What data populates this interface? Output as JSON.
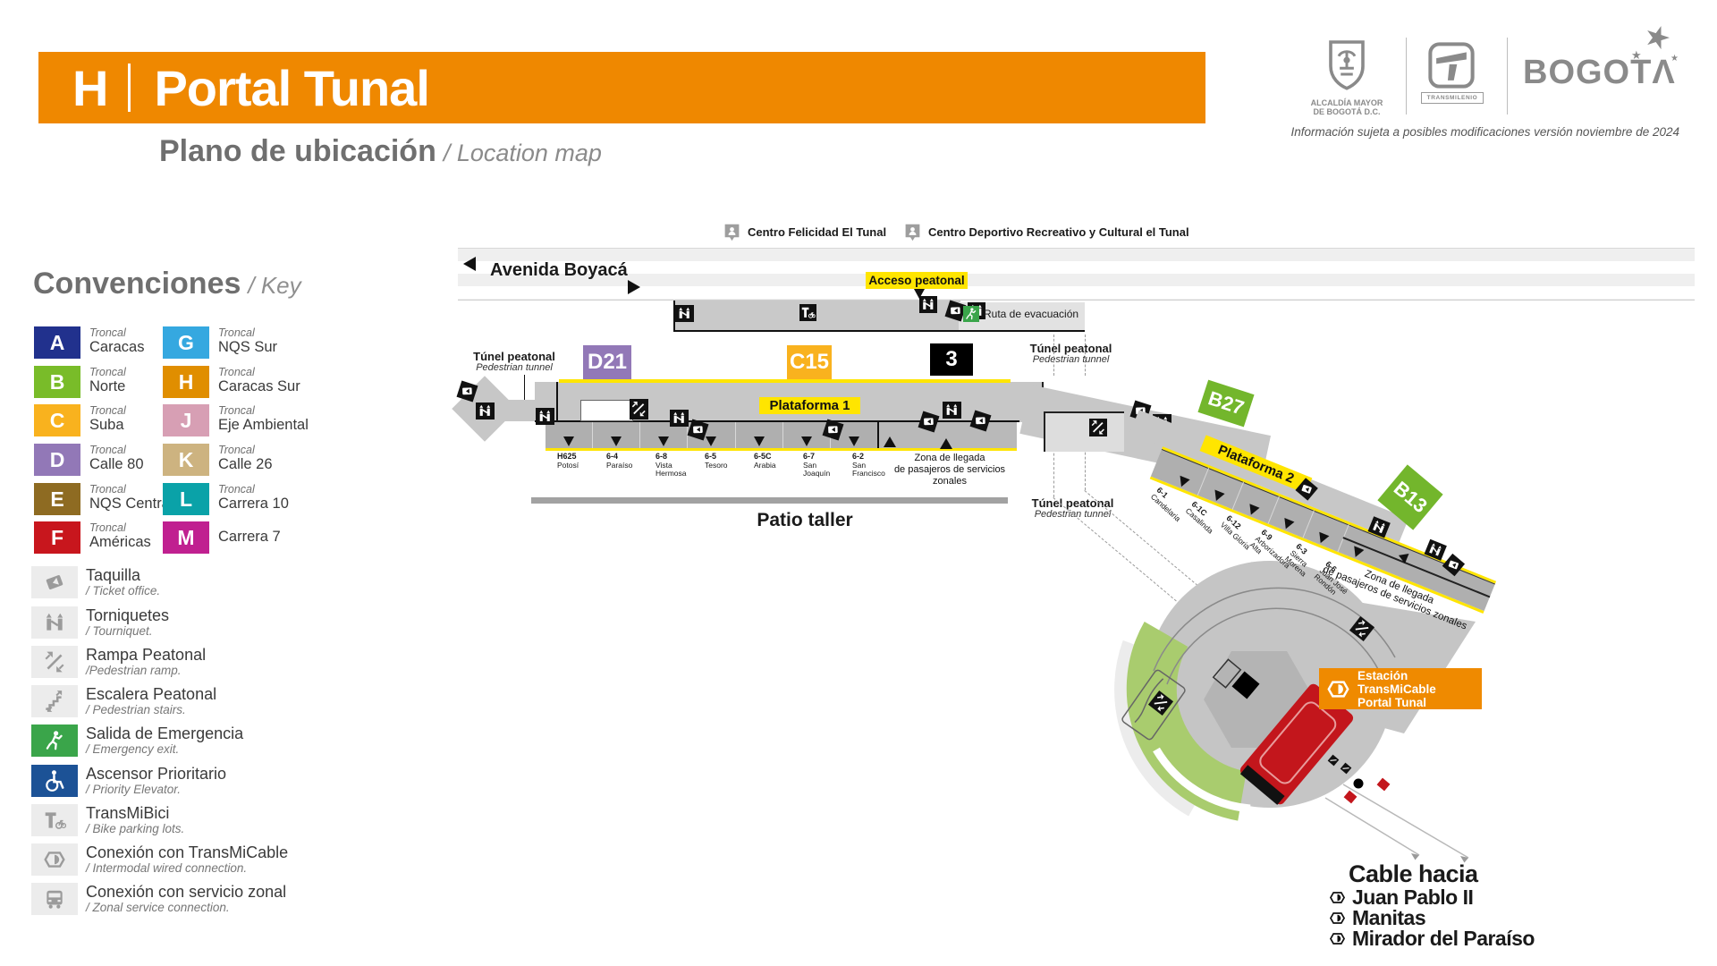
{
  "header": {
    "letter": "H",
    "title": "Portal Tunal",
    "subtitle": "Plano de ubicación",
    "subtitle_en": "/ Location map",
    "disclaimer": "Información sujeta a posibles modificaciones versión noviembre de 2024"
  },
  "branding": {
    "alcaldia_line1": "ALCALDÍA MAYOR",
    "alcaldia_line2": "DE BOGOTÁ D.C.",
    "transmilenio_label": "TRANSMILENIO",
    "city_name": "BOGOT"
  },
  "key": {
    "title": "Convenciones",
    "title_en": "/ Key",
    "troncales": [
      {
        "letter": "A",
        "prefix": "Troncal",
        "name": "Caracas",
        "color": "#21318D"
      },
      {
        "letter": "B",
        "prefix": "Troncal",
        "name": "Norte",
        "color": "#79BC29"
      },
      {
        "letter": "C",
        "prefix": "Troncal",
        "name": "Suba",
        "color": "#F9B21E"
      },
      {
        "letter": "D",
        "prefix": "Troncal",
        "name": "Calle 80",
        "color": "#9278B7"
      },
      {
        "letter": "E",
        "prefix": "Troncal",
        "name": "NQS Central",
        "color": "#8E6B22"
      },
      {
        "letter": "F",
        "prefix": "Troncal",
        "name": "Américas",
        "color": "#C8161D"
      },
      {
        "letter": "G",
        "prefix": "Troncal",
        "name": "NQS Sur",
        "color": "#35A8E0"
      },
      {
        "letter": "H",
        "prefix": "Troncal",
        "name": "Caracas Sur",
        "color": "#E08E00"
      },
      {
        "letter": "J",
        "prefix": "Troncal",
        "name": "Eje Ambiental",
        "color": "#D79FB4"
      },
      {
        "letter": "K",
        "prefix": "Troncal",
        "name": "Calle 26",
        "color": "#CDB380"
      },
      {
        "letter": "L",
        "prefix": "Troncal",
        "name": "Carrera 10",
        "color": "#0AA2A8"
      },
      {
        "letter": "M",
        "prefix": "",
        "name": "Carrera 7",
        "color": "#C02090"
      }
    ],
    "legend": [
      {
        "icon": "ticket-office-icon",
        "label": "Taquilla",
        "sublabel": "/ Ticket office."
      },
      {
        "icon": "turnstile-icon",
        "label": "Torniquetes",
        "sublabel": "/ Tourniquet."
      },
      {
        "icon": "pedestrian-ramp-icon",
        "label": "Rampa Peatonal",
        "sublabel": "/Pedestrian ramp."
      },
      {
        "icon": "pedestrian-stairs-icon",
        "label": "Escalera Peatonal",
        "sublabel": "/ Pedestrian stairs."
      },
      {
        "icon": "emergency-exit-icon",
        "label": "Salida de Emergencia",
        "sublabel": "/ Emergency exit."
      },
      {
        "icon": "priority-elevator-icon",
        "label": "Ascens​or Prioritario",
        "sublabel": "/ Priority Elevator."
      },
      {
        "icon": "transmibici-icon",
        "label": "TransMiBici",
        "sublabel": "/ Bike parking lots."
      },
      {
        "icon": "transmicable-connection-icon",
        "label": "Conexión con TransMiCable",
        "sublabel": "/ Intermodal wired connection."
      },
      {
        "icon": "zonal-service-icon",
        "label": "Conexión con servicio zonal",
        "sublabel": "/ Zonal service connection."
      }
    ]
  },
  "map": {
    "pois": [
      {
        "label": "Centro Felicidad El Tunal"
      },
      {
        "label": "Centro Deportivo Recreativo y Cultural el Tunal"
      }
    ],
    "road": {
      "name": "Avenida Boyacá"
    },
    "labels": {
      "acceso_peatonal": "Acceso peatonal",
      "ruta_evacuacion": "Ruta de evacuación",
      "tunel_peatonal": "Túnel peatonal",
      "tunel_peatonal_en": "Pedestrian tunnel",
      "plataforma_1": "Plataforma 1",
      "plataforma_2": "Plataforma 2",
      "patio_taller": "Patio taller",
      "zona_llegada_line1": "Zona de llegada",
      "zona_llegada_line2": "de pasajeros de servicios zonales"
    },
    "badges": {
      "d21": {
        "code": "D21",
        "color": "#9278B7"
      },
      "c15": {
        "code": "C15",
        "color": "#F9B21E"
      },
      "r3": {
        "code": "3",
        "color": "#000000"
      },
      "b27": {
        "code": "B27",
        "color": "#73B62C"
      },
      "b13": {
        "code": "B13",
        "color": "#73B62C"
      }
    },
    "platform1_bays": [
      {
        "code": "H625",
        "name": "Potosí"
      },
      {
        "code": "6-4",
        "name": "Paraíso"
      },
      {
        "code": "6-8",
        "name": "Vista Hermosa"
      },
      {
        "code": "6-5",
        "name": "Tesoro"
      },
      {
        "code": "6-5C",
        "name": "Arabia"
      },
      {
        "code": "6-7",
        "name": "San Joaquín"
      },
      {
        "code": "6-2",
        "name": "San Francisco"
      }
    ],
    "platform2_bays": [
      {
        "code": "6-1",
        "name": "Candelaria"
      },
      {
        "code": "6-1C",
        "name": "Casalinda"
      },
      {
        "code": "6-12",
        "name": "Villa Gloria"
      },
      {
        "code": "6-9",
        "name": "Arborizadora Alta"
      },
      {
        "code": "6-3",
        "name": "Sierra Morena"
      },
      {
        "code": "6-6",
        "name": "Juan José Rondón"
      }
    ],
    "cable": {
      "station_line1": "Estación TransMiCable",
      "station_line2": "Portal Tunal",
      "destinations_title": "Cable hacia",
      "destinations": [
        "Juan Pablo II",
        "Manitas",
        "Mirador del Paraíso"
      ]
    }
  }
}
